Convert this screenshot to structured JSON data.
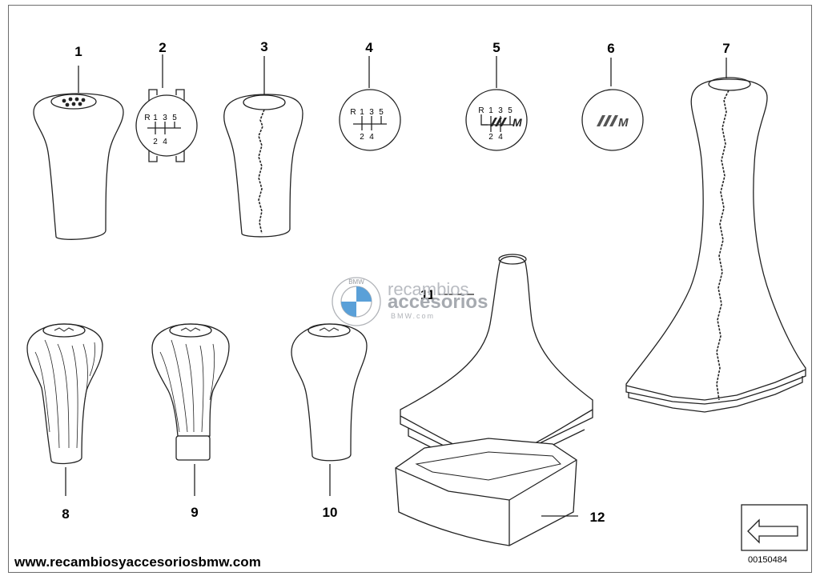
{
  "parts": [
    {
      "number": "1"
    },
    {
      "number": "2"
    },
    {
      "number": "3"
    },
    {
      "number": "4"
    },
    {
      "number": "5"
    },
    {
      "number": "6"
    },
    {
      "number": "7"
    },
    {
      "number": "8"
    },
    {
      "number": "9"
    },
    {
      "number": "10"
    },
    {
      "number": "11"
    },
    {
      "number": "12"
    }
  ],
  "shift_pattern": {
    "top": [
      "R",
      "1",
      "3",
      "5"
    ],
    "bottom": [
      "2",
      "4"
    ]
  },
  "m_logo_text": "M",
  "watermark": {
    "line1": "recambios",
    "line2": "accesorios",
    "line3": "BMW.com",
    "roundel": "BMW"
  },
  "footer": {
    "url": "www.recambiosyaccesoriosbmw.com",
    "doc_id": "00150484"
  },
  "colors": {
    "line": "#222222",
    "frame": "#6c6c6c",
    "roundel_blue": "#5aa0d8",
    "watermark_gray": "#a6aab0"
  }
}
